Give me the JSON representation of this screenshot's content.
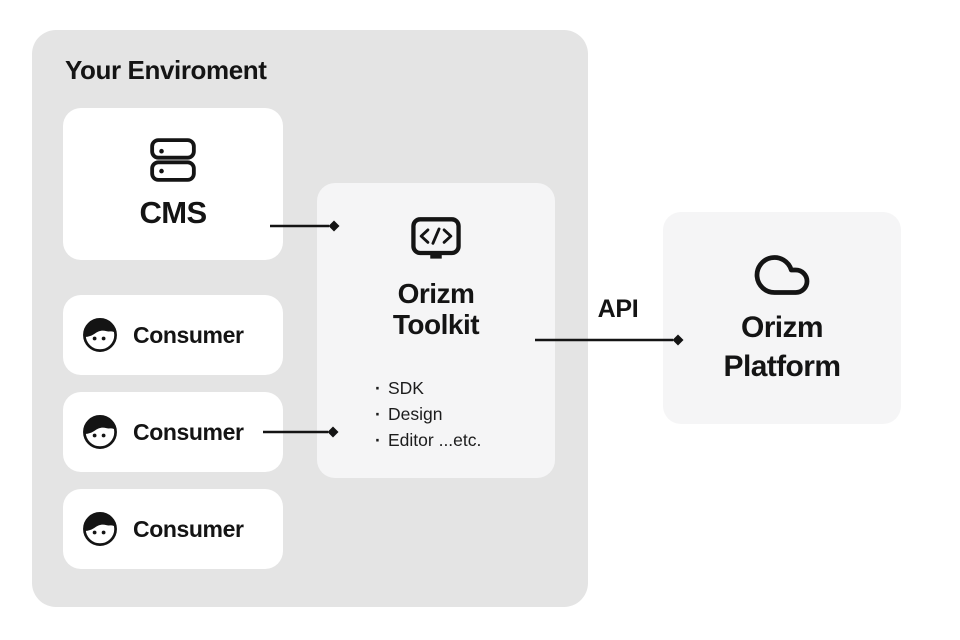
{
  "colors": {
    "background": "#ffffff",
    "environment_bg": "#e4e4e4",
    "panel_bg": "#f5f5f6",
    "card_bg": "#ffffff",
    "ink": "#141414"
  },
  "environment": {
    "title": "Your Enviroment",
    "cms": {
      "label": "CMS",
      "icon": "server-icon"
    },
    "consumers": [
      {
        "label": "Consumer",
        "icon": "face-icon"
      },
      {
        "label": "Consumer",
        "icon": "face-icon"
      },
      {
        "label": "Consumer",
        "icon": "face-icon"
      }
    ]
  },
  "toolkit": {
    "icon": "code-monitor-icon",
    "title_lines": [
      "Orizm",
      "Toolkit"
    ],
    "bullet_char": "·",
    "features": [
      "SDK",
      "Design",
      "Editor ...etc."
    ]
  },
  "platform": {
    "icon": "cloud-icon",
    "title_lines": [
      "Orizm",
      "Platform"
    ]
  },
  "connections": {
    "api_label": "API"
  }
}
